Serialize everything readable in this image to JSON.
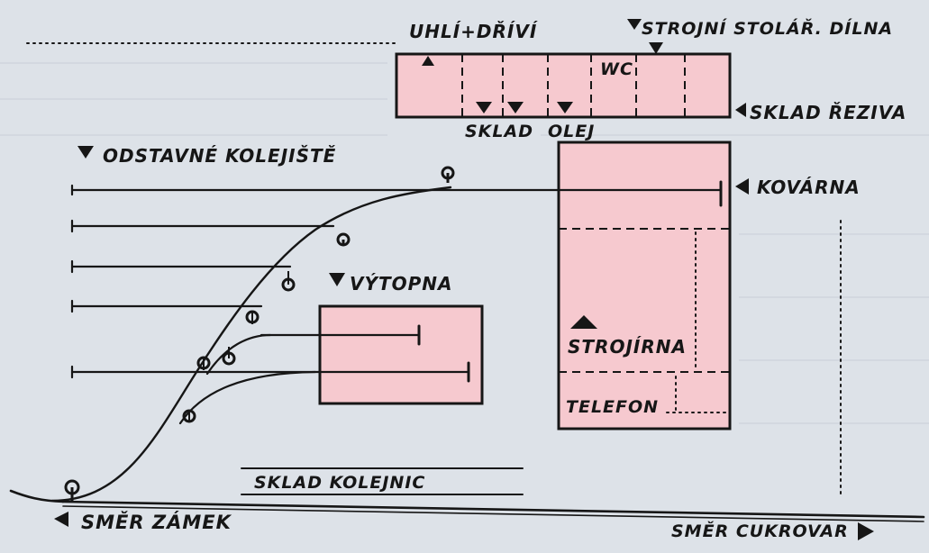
{
  "colors": {
    "paper": "#dde2e8",
    "building_fill": "#f6c9cf",
    "ink": "#161616"
  },
  "icons": [
    "triangle-marker-down",
    "triangle-marker-up",
    "triangle-marker-left",
    "triangle-marker-right",
    "signal-post"
  ],
  "labels": {
    "uhli_drivi": "UHLÍ+DŘÍVÍ",
    "strojni_stolar": "STROJNÍ STOLÁŘ. DÍLNA",
    "wc": "WC",
    "sklad_reziva": "SKLAD ŘEZIVA",
    "sklad": "SKLAD",
    "olej": "OLEJ",
    "odstavne_kolejiste": "ODSTAVNÉ KOLEJIŠTĚ",
    "kovarna": "KOVÁRNA",
    "vytopna": "VÝTOPNA",
    "strojirna": "STROJÍRNA",
    "telefon": "TELEFON",
    "sklad_kolejnic": "SKLAD KOLEJNIC",
    "smer_zamek": "SMĚR ZÁMEK",
    "smer_cukrovar": "SMĚR CUKROVAR"
  }
}
